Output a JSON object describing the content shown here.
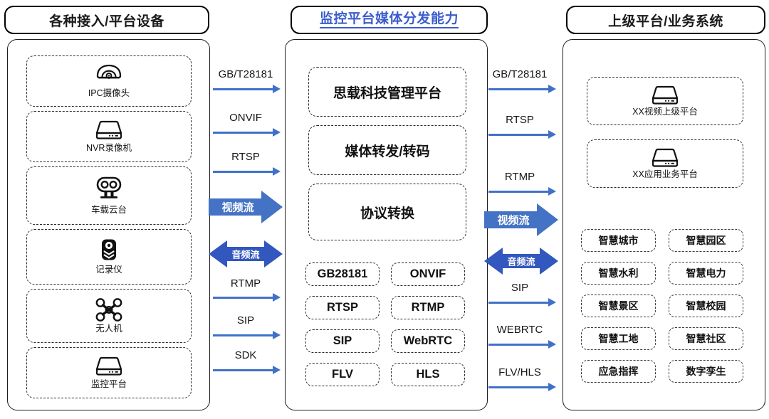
{
  "columns": {
    "left": {
      "title": "各种接入/平台设备",
      "devices": [
        {
          "label": "IPC摄像头",
          "icon": "dome-camera-icon"
        },
        {
          "label": "NVR录像机",
          "icon": "nvr-recorder-icon"
        },
        {
          "label": "车载云台",
          "icon": "vehicle-ptz-icon"
        },
        {
          "label": "记录仪",
          "icon": "body-camera-icon"
        },
        {
          "label": "无人机",
          "icon": "drone-icon"
        },
        {
          "label": "监控平台",
          "icon": "server-platform-icon"
        }
      ]
    },
    "center": {
      "title": "监控平台媒体分发能力",
      "blocks": [
        "思载科技管理平台",
        "媒体转发/转码",
        "协议转换"
      ],
      "protocols": [
        "GB28181",
        "ONVIF",
        "RTSP",
        "RTMP",
        "SIP",
        "WebRTC",
        "FLV",
        "HLS"
      ]
    },
    "right": {
      "title": "上级平台/业务系统",
      "platforms": [
        {
          "label": "XX视频上级平台",
          "icon": "server-platform-icon"
        },
        {
          "label": "XX应用业务平台",
          "icon": "server-platform-icon"
        }
      ],
      "scenarios": [
        "智慧城市",
        "智慧园区",
        "智慧水利",
        "智慧电力",
        "智慧景区",
        "智慧校园",
        "智慧工地",
        "智慧社区",
        "应急指挥",
        "数字孪生"
      ]
    }
  },
  "connectors": {
    "left_to_center": [
      {
        "label": "GB/T28181",
        "kind": "arrow-right"
      },
      {
        "label": "ONVIF",
        "kind": "arrow-right"
      },
      {
        "label": "RTSP",
        "kind": "arrow-right"
      },
      {
        "label": "视频流",
        "kind": "block-arrow-right"
      },
      {
        "label": "音频流",
        "kind": "block-arrow-bidirectional"
      },
      {
        "label": "RTMP",
        "kind": "arrow-right"
      },
      {
        "label": "SIP",
        "kind": "arrow-right"
      },
      {
        "label": "SDK",
        "kind": "arrow-right"
      }
    ],
    "center_to_right": [
      {
        "label": "GB/T28181",
        "kind": "arrow-right"
      },
      {
        "label": "RTSP",
        "kind": "arrow-right"
      },
      {
        "label": "RTMP",
        "kind": "arrow-right"
      },
      {
        "label": "视频流",
        "kind": "block-arrow-right"
      },
      {
        "label": "音频流",
        "kind": "block-arrow-bidirectional"
      },
      {
        "label": "SIP",
        "kind": "arrow-right"
      },
      {
        "label": "WEBRTC",
        "kind": "arrow-right"
      },
      {
        "label": "FLV/HLS",
        "kind": "arrow-right"
      }
    ]
  },
  "colors": {
    "arrow_blue": "#4071c8",
    "video_arrow_blue": "#4472c4",
    "audio_arrow_blue": "#3257be",
    "title_blue": "#3b5ccc",
    "outline_black": "#1c1c1c"
  }
}
